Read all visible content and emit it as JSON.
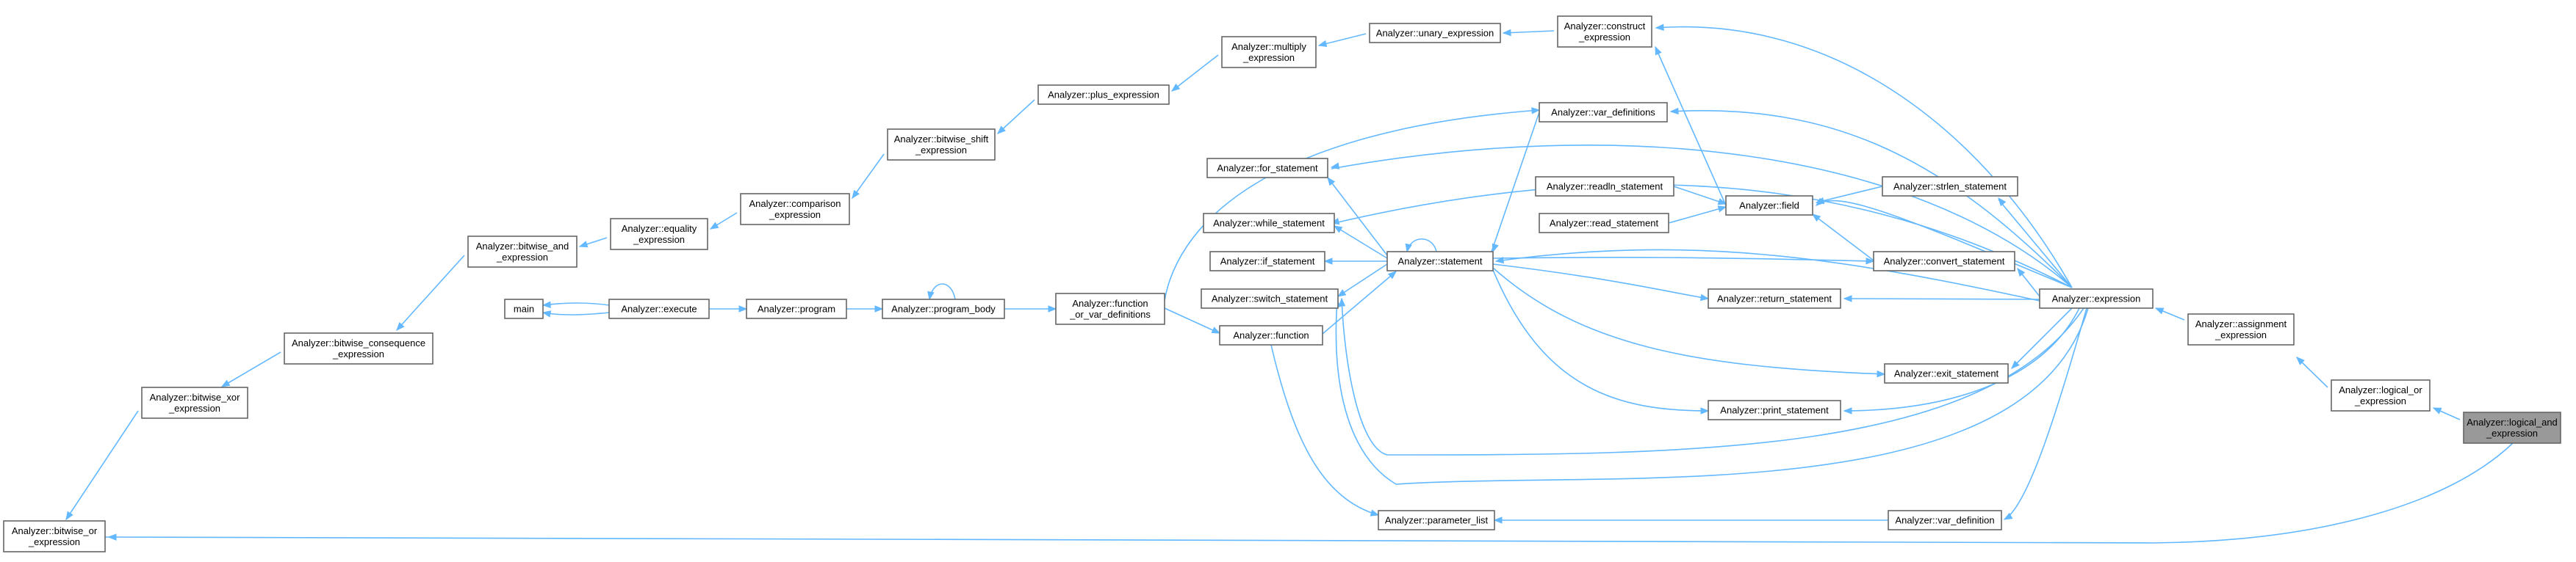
{
  "graph": {
    "nodes": [
      {
        "id": "logical_and",
        "lines": [
          "Analyzer::logical_and",
          "_expression"
        ],
        "highlight": true
      },
      {
        "id": "logical_or",
        "lines": [
          "Analyzer::logical_or",
          "_expression"
        ]
      },
      {
        "id": "assignment",
        "lines": [
          "Analyzer::assignment",
          "_expression"
        ]
      },
      {
        "id": "expression",
        "lines": [
          "Analyzer::expression"
        ]
      },
      {
        "id": "construct",
        "lines": [
          "Analyzer::construct",
          "_expression"
        ]
      },
      {
        "id": "unary",
        "lines": [
          "Analyzer::unary_expression"
        ]
      },
      {
        "id": "multiply",
        "lines": [
          "Analyzer::multiply",
          "_expression"
        ]
      },
      {
        "id": "plus",
        "lines": [
          "Analyzer::plus_expression"
        ]
      },
      {
        "id": "bitwise_shift",
        "lines": [
          "Analyzer::bitwise_shift",
          "_expression"
        ]
      },
      {
        "id": "comparison",
        "lines": [
          "Analyzer::comparison",
          "_expression"
        ]
      },
      {
        "id": "equality",
        "lines": [
          "Analyzer::equality",
          "_expression"
        ]
      },
      {
        "id": "bitwise_and",
        "lines": [
          "Analyzer::bitwise_and",
          "_expression"
        ]
      },
      {
        "id": "bitwise_consequence",
        "lines": [
          "Analyzer::bitwise_consequence",
          "_expression"
        ]
      },
      {
        "id": "bitwise_xor",
        "lines": [
          "Analyzer::bitwise_xor",
          "_expression"
        ]
      },
      {
        "id": "bitwise_or",
        "lines": [
          "Analyzer::bitwise_or",
          "_expression"
        ]
      },
      {
        "id": "var_definitions",
        "lines": [
          "Analyzer::var_definitions"
        ]
      },
      {
        "id": "for_statement",
        "lines": [
          "Analyzer::for_statement"
        ]
      },
      {
        "id": "readln_statement",
        "lines": [
          "Analyzer::readln_statement"
        ]
      },
      {
        "id": "field",
        "lines": [
          "Analyzer::field"
        ]
      },
      {
        "id": "strlen_statement",
        "lines": [
          "Analyzer::strlen_statement"
        ]
      },
      {
        "id": "while_statement",
        "lines": [
          "Analyzer::while_statement"
        ]
      },
      {
        "id": "read_statement",
        "lines": [
          "Analyzer::read_statement"
        ]
      },
      {
        "id": "if_statement",
        "lines": [
          "Analyzer::if_statement"
        ]
      },
      {
        "id": "statement",
        "lines": [
          "Analyzer::statement"
        ]
      },
      {
        "id": "convert_statement",
        "lines": [
          "Analyzer::convert_statement"
        ]
      },
      {
        "id": "switch_statement",
        "lines": [
          "Analyzer::switch_statement"
        ]
      },
      {
        "id": "return_statement",
        "lines": [
          "Analyzer::return_statement"
        ]
      },
      {
        "id": "main",
        "lines": [
          "main"
        ]
      },
      {
        "id": "execute",
        "lines": [
          "Analyzer::execute"
        ]
      },
      {
        "id": "program",
        "lines": [
          "Analyzer::program"
        ]
      },
      {
        "id": "program_body",
        "lines": [
          "Analyzer::program_body"
        ]
      },
      {
        "id": "function_or_var",
        "lines": [
          "Analyzer::function",
          "_or_var_definitions"
        ]
      },
      {
        "id": "function",
        "lines": [
          "Analyzer::function"
        ]
      },
      {
        "id": "exit_statement",
        "lines": [
          "Analyzer::exit_statement"
        ]
      },
      {
        "id": "print_statement",
        "lines": [
          "Analyzer::print_statement"
        ]
      },
      {
        "id": "parameter_list",
        "lines": [
          "Analyzer::parameter_list"
        ]
      },
      {
        "id": "var_definition",
        "lines": [
          "Analyzer::var_definition"
        ]
      }
    ],
    "colors": {
      "edge": "#63b8ff",
      "highlight_fill": "#999999",
      "node_border": "#666666"
    }
  }
}
